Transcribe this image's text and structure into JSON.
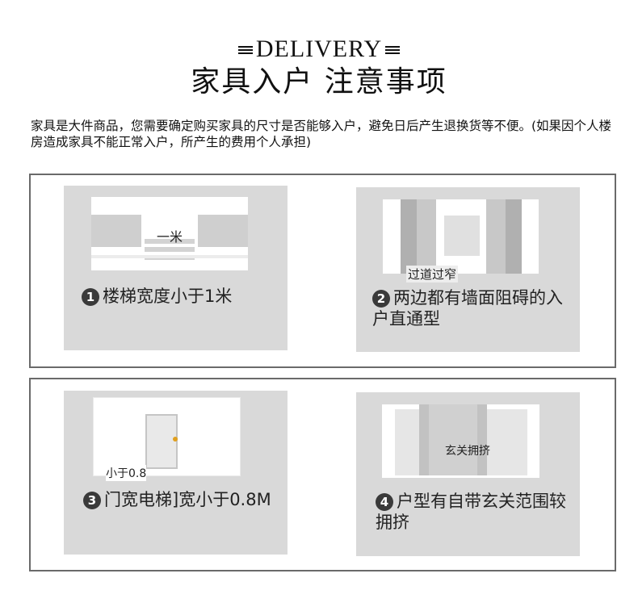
{
  "header": {
    "title_en": "DELIVERY",
    "title_cn": "家具入户 注意事项"
  },
  "intro": {
    "text": "家具是大件商品，您需要确定购买家具的尺寸是否能够入户，避免日后产生退换货等不便。(如果因个人楼房造成家具不能正常入户，所产生的费用个人承担)"
  },
  "cards": [
    {
      "number": "1",
      "illustration_label": "一米",
      "caption": "楼梯宽度小于1米"
    },
    {
      "number": "2",
      "illustration_label": "过道过窄",
      "caption": "两边都有墙面阻碍的入户直通型"
    },
    {
      "number": "3",
      "illustration_label": "小于0.8",
      "caption": "门宽电梯]宽小于0.8M"
    },
    {
      "number": "4",
      "illustration_label": "玄关拥挤",
      "caption": "户型有自带玄关范围较拥挤"
    }
  ]
}
